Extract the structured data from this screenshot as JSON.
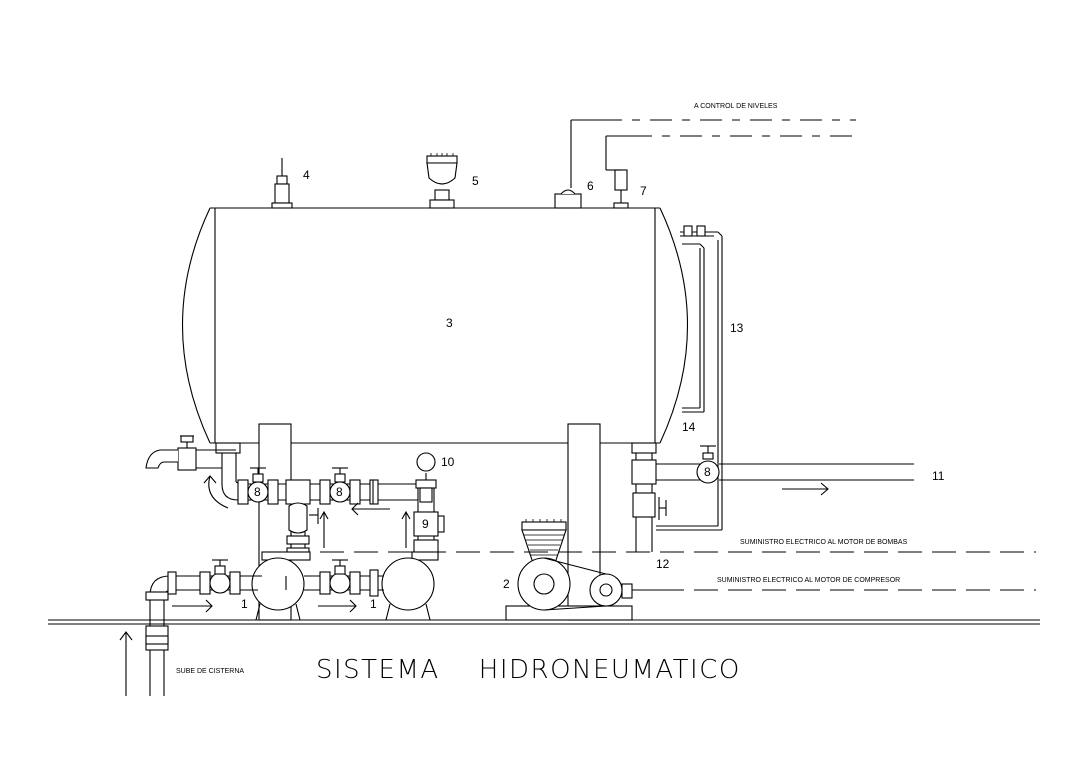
{
  "title": "SISTEMA    HIDRONEUMATICO",
  "labels": {
    "pump_left": "1",
    "pump_right": "1",
    "compressor": "2",
    "tank": "3",
    "item_4": "4",
    "item_5": "5",
    "item_6": "6",
    "item_7": "7",
    "valve_8_a": "8",
    "valve_8_b": "8",
    "valve_8_c": "8",
    "item_9": "9",
    "gauge_10": "10",
    "outlet_11": "11",
    "item_12": "12",
    "item_13": "13",
    "item_14": "14"
  },
  "notes": {
    "level_control": "A CONTROL DE NIVELES",
    "pump_power": "SUMINISTRO ELECTRICO AL MOTOR DE BOMBAS",
    "compressor_power": "SUMINISTRO ELECTRICO AL MOTOR DE COMPRESOR",
    "cistern": "SUBE DE CISTERNA"
  }
}
